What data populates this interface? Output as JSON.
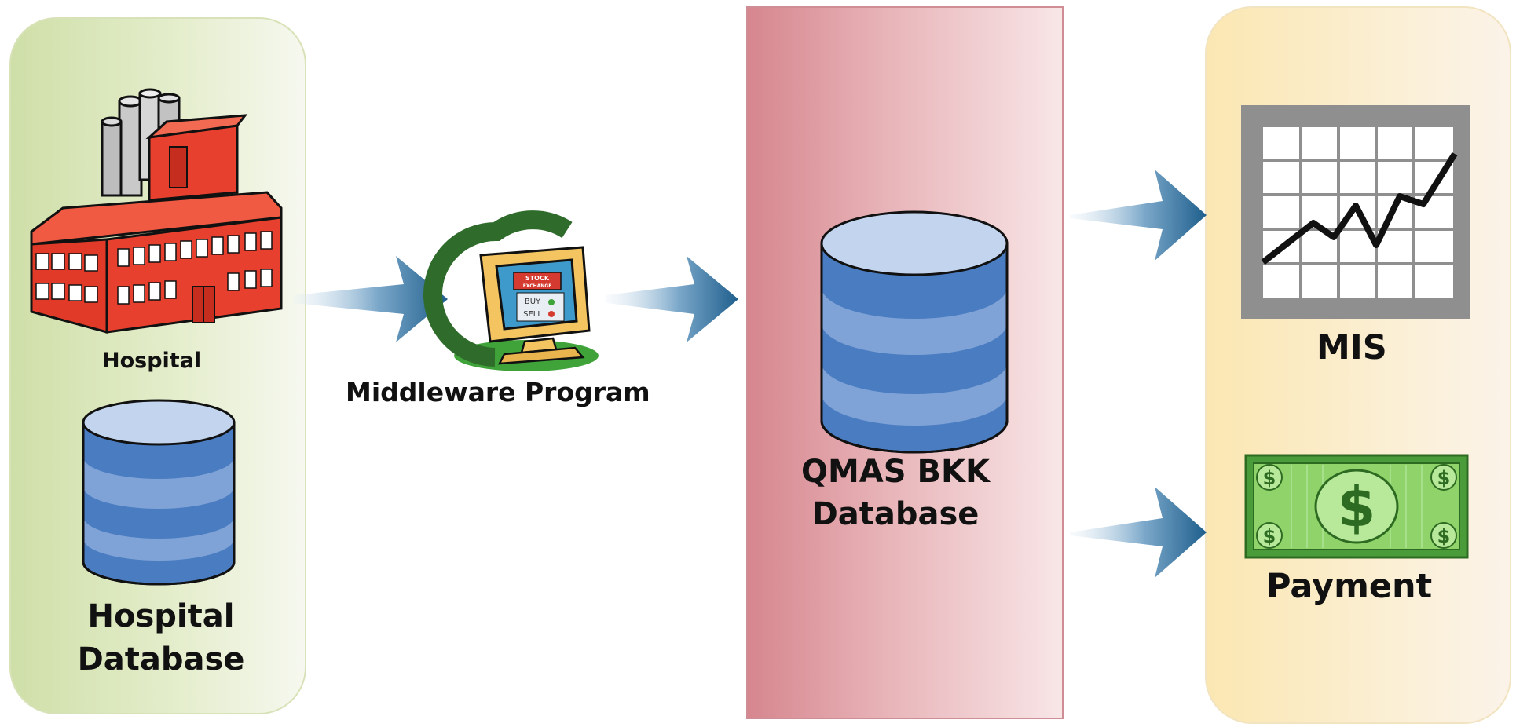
{
  "nodes": {
    "hospital": "Hospital",
    "hospital_database": [
      "Hospital",
      "Database"
    ],
    "middleware": "Middleware Program",
    "middleware_screen": [
      "STOCK",
      "EXCHANGE",
      "BUY",
      "SELL"
    ],
    "qmas_database": [
      "QMAS BKK",
      "Database"
    ],
    "mis": "MIS",
    "payment": "Payment"
  },
  "icons": {
    "hospital": "factory-building-icon",
    "database": "database-cylinder-icon",
    "middleware": "computer-monitor-icon",
    "mis": "line-chart-icon",
    "payment": "dollar-bill-icon",
    "arrow": "flow-arrow-icon"
  },
  "colors": {
    "left_panel": "#cfdfa8",
    "center_panel": "#d6868e",
    "right_panel": "#fbe7b2",
    "arrow": "#2f6f9a",
    "database_blue": "#4a7cc1",
    "building_red": "#e8402e",
    "money_green": "#4a9c3a"
  }
}
